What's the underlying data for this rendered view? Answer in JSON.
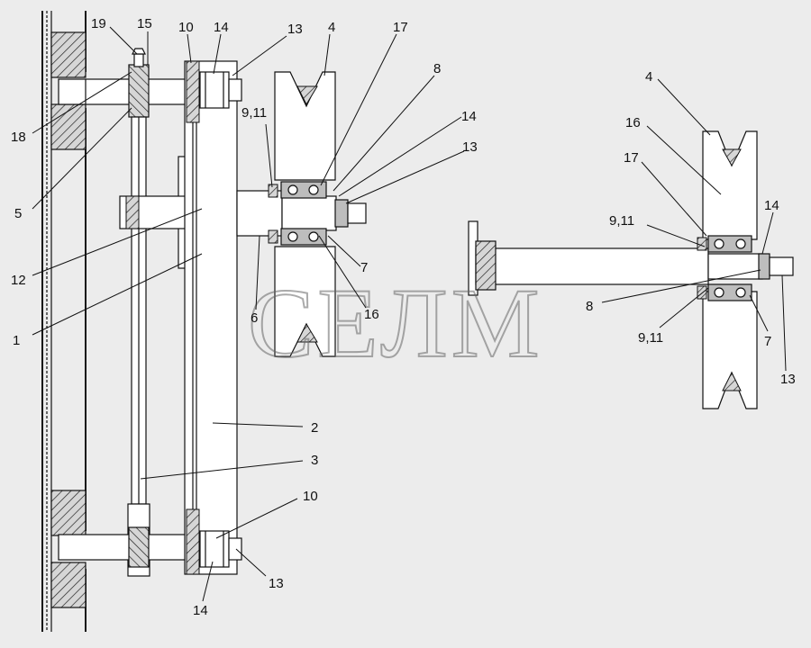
{
  "watermark": "СЕЛМ",
  "callouts": {
    "left": [
      {
        "id": "l19",
        "text": "19"
      },
      {
        "id": "l15",
        "text": "15"
      },
      {
        "id": "l10a",
        "text": "10"
      },
      {
        "id": "l14a",
        "text": "14"
      },
      {
        "id": "l13a",
        "text": "13"
      },
      {
        "id": "l4a",
        "text": "4"
      },
      {
        "id": "l17a",
        "text": "17"
      },
      {
        "id": "l8a",
        "text": "8"
      },
      {
        "id": "l14b",
        "text": "14"
      },
      {
        "id": "l13b",
        "text": "13"
      },
      {
        "id": "l911a",
        "text": "9,11"
      },
      {
        "id": "l18",
        "text": "18"
      },
      {
        "id": "l5",
        "text": "5"
      },
      {
        "id": "l12",
        "text": "12"
      },
      {
        "id": "l1",
        "text": "1"
      },
      {
        "id": "l7a",
        "text": "7"
      },
      {
        "id": "l16a",
        "text": "16"
      },
      {
        "id": "l6",
        "text": "6"
      },
      {
        "id": "l2",
        "text": "2"
      },
      {
        "id": "l3",
        "text": "3"
      },
      {
        "id": "l10b",
        "text": "10"
      },
      {
        "id": "l13c",
        "text": "13"
      },
      {
        "id": "l14c",
        "text": "14"
      }
    ],
    "right": [
      {
        "id": "r4",
        "text": "4"
      },
      {
        "id": "r16",
        "text": "16"
      },
      {
        "id": "r17",
        "text": "17"
      },
      {
        "id": "r911a",
        "text": "9,11"
      },
      {
        "id": "r14",
        "text": "14"
      },
      {
        "id": "r8",
        "text": "8"
      },
      {
        "id": "r911b",
        "text": "9,11"
      },
      {
        "id": "r7",
        "text": "7"
      },
      {
        "id": "r13",
        "text": "13"
      }
    ]
  }
}
